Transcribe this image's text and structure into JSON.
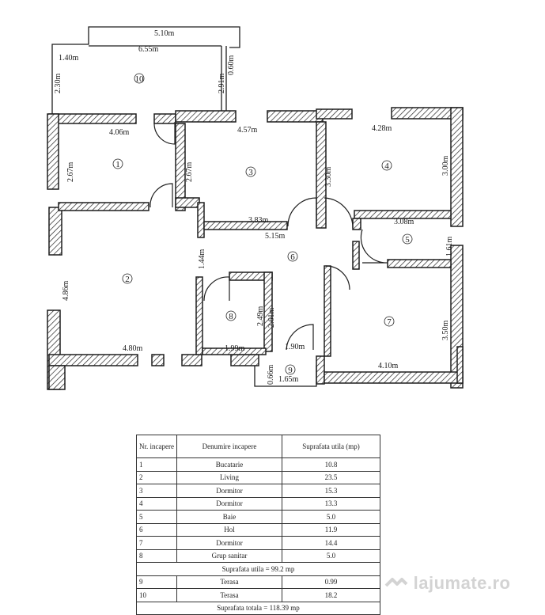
{
  "plan": {
    "dimensions": {
      "terrace_top": "5.10m",
      "terrace_width": "6.55m",
      "terrace_offset": "1.40m",
      "terrace_left_h": "2.30m",
      "terrace_mid_h": "2.91m",
      "terrace_right_h": "0.60m",
      "r1_w": "4.06m",
      "r1_h": "2.67m",
      "r3_w": "4.57m",
      "r3_h": "2.67m",
      "r3_h2": "3.30m",
      "r3_bottom": "3.83m",
      "r4_w": "4.28m",
      "r4_h": "3.00m",
      "r5_w": "3.08m",
      "r5_h": "1.61m",
      "hall_w": "5.15m",
      "hall_h": "1.44m",
      "r2_h": "4.86m",
      "r2_w": "4.80m",
      "r8_w": "1.99m",
      "r8_h1": "2.49m",
      "r8_h2": "2.61m",
      "r9_w1": "1.90m",
      "r9_w2": "1.65m",
      "r9_h": "0.66m",
      "r7_h": "3.50m",
      "r7_w": "4.10m"
    },
    "room_numbers": [
      "10",
      "1",
      "3",
      "4",
      "5",
      "6",
      "2",
      "8",
      "7",
      "9"
    ]
  },
  "table": {
    "headers": [
      "Nr. incapere",
      "Denumire incapere",
      "Suprafata utila (mp)"
    ],
    "rows": [
      [
        "1",
        "Bucatarie",
        "10.8"
      ],
      [
        "2",
        "Living",
        "23.5"
      ],
      [
        "3",
        "Dormitor",
        "15.3"
      ],
      [
        "4",
        "Dormitor",
        "13.3"
      ],
      [
        "5",
        "Baie",
        "5.0"
      ],
      [
        "6",
        "Hol",
        "11.9"
      ],
      [
        "7",
        "Dormitor",
        "14.4"
      ],
      [
        "8",
        "Grup sanitar",
        "5.0"
      ]
    ],
    "subtotal": "Suprafata utila = 99.2 mp",
    "rows2": [
      [
        "9",
        "Terasa",
        "0.99"
      ],
      [
        "10",
        "Terasa",
        "18.2"
      ]
    ],
    "total": "Suprafata totala = 118.39 mp"
  },
  "watermark": "lajumate.ro"
}
